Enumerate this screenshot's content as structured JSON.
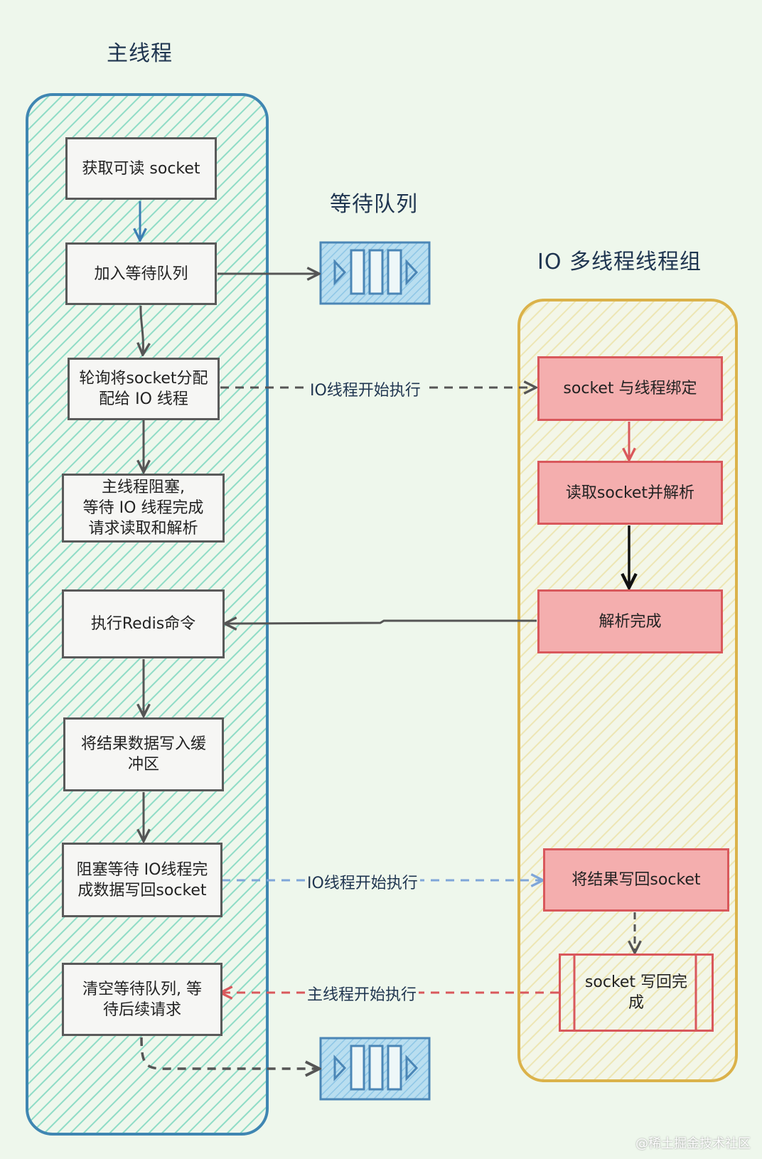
{
  "titles": {
    "main_thread": "主线程",
    "wait_queue": "等待队列",
    "io_group": "IO 多线程线程组"
  },
  "main_steps": [
    [
      "获取可读 socket"
    ],
    [
      "加入等待队列"
    ],
    [
      "轮询将socket分配",
      "配给 IO 线程"
    ],
    [
      "主线程阻塞,",
      "等待 IO 线程完成",
      "请求读取和解析"
    ],
    [
      "执行Redis命令"
    ],
    [
      "将结果数据写入缓",
      "冲区"
    ],
    [
      "阻塞等待 IO线程完",
      "成数据写回socket"
    ],
    [
      "清空等待队列, 等",
      "待后续请求"
    ]
  ],
  "io_steps": [
    [
      "socket 与线程绑定"
    ],
    [
      "读取socket并解析"
    ],
    [
      "解析完成"
    ],
    [
      "将结果写回socket"
    ],
    [
      "socket 写回完",
      "成"
    ]
  ],
  "edge_labels": {
    "io_start_1": "IO线程开始执行",
    "io_start_2": "IO线程开始执行",
    "main_start": "主线程开始执行"
  },
  "colors": {
    "main_lane_border": "#3f86b2",
    "main_lane_hatch": "#8fdcc6",
    "io_lane_border": "#dbb24a",
    "io_lane_hatch": "#ede6b4",
    "io_box_fill": "#f4aeae",
    "io_box_border": "#d9585c",
    "queue_fill": "#8ec6e6",
    "queue_border": "#4b86b6",
    "arrow_gray": "#555555",
    "arrow_blue": "#3d7fb3",
    "arrow_red": "#d9585c",
    "arrow_dashed_blue": "#7fa6d9"
  },
  "watermark": "@稀土掘金技术社区"
}
